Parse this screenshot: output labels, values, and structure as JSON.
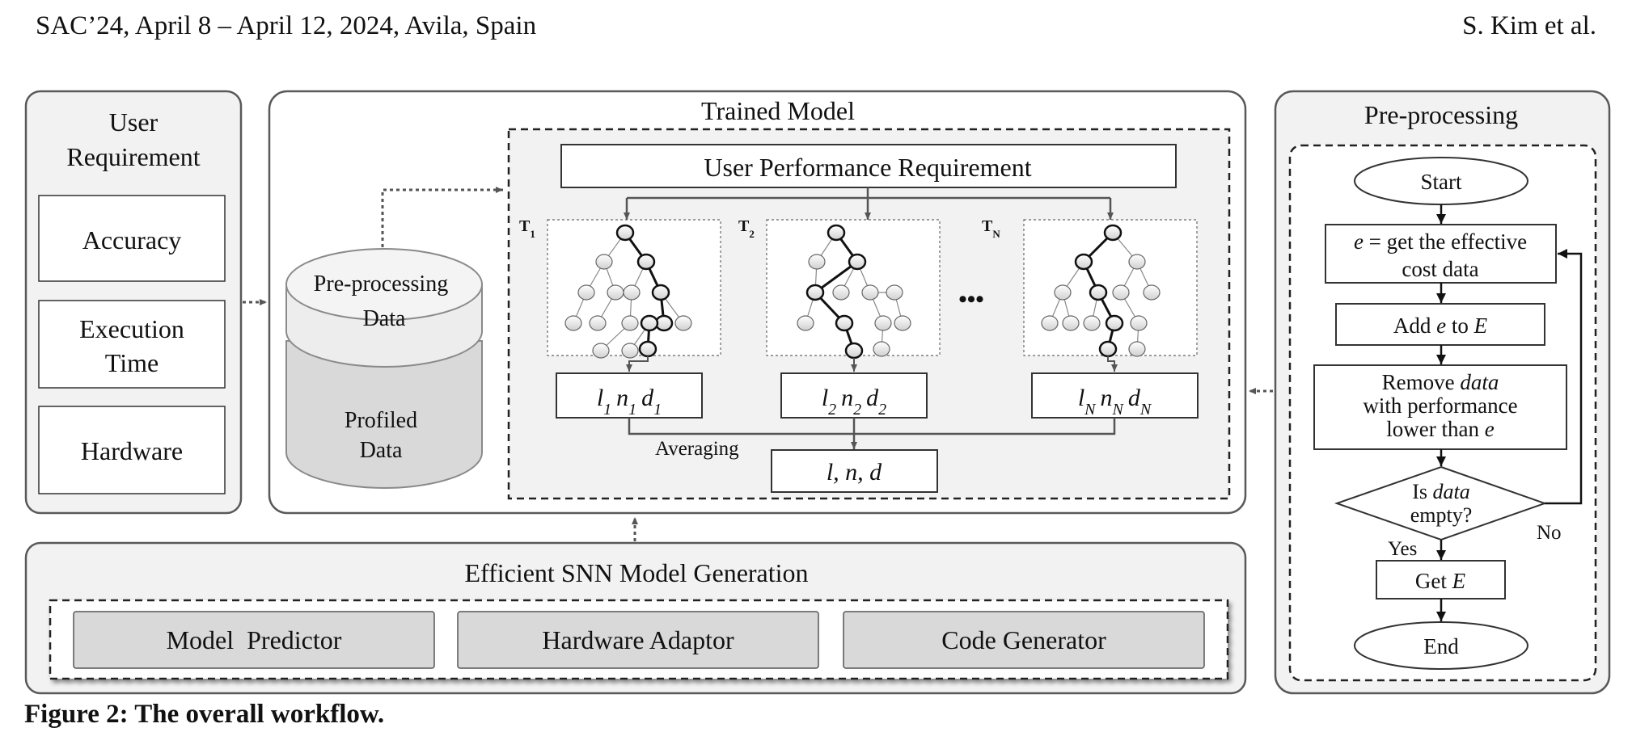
{
  "header": {
    "venue": "SAC’24, April 8 – April 12, 2024, Avila, Spain",
    "authors": "S. Kim et al."
  },
  "user_requirement": {
    "title_line1": "User",
    "title_line2": "Requirement",
    "item_accuracy": "Accuracy",
    "item_exec_line1": "Execution",
    "item_exec_line2": "Time",
    "item_hardware": "Hardware"
  },
  "database": {
    "top_line1": "Pre-processing",
    "top_line2": "Data",
    "bottom_line1": "Profiled",
    "bottom_line2": "Data"
  },
  "trained_model": {
    "title": "Trained Model",
    "requirement": "User Performance Requirement",
    "averaging": "Averaging",
    "ellipsis": "•••",
    "trees": [
      {
        "base": "T",
        "sub": "1",
        "l": "l",
        "n": "n",
        "d": "d",
        "idx": "1"
      },
      {
        "base": "T",
        "sub": "2",
        "l": "l",
        "n": "n",
        "d": "d",
        "idx": "2"
      },
      {
        "base": "T",
        "sub": "N",
        "l": "l",
        "n": "n",
        "d": "d",
        "idx": "N"
      }
    ],
    "result": "l, n, d"
  },
  "generation": {
    "title": "Efficient SNN Model Generation",
    "modules": [
      "Model  Predictor",
      "Hardware Adaptor",
      "Code Generator"
    ]
  },
  "preprocessing": {
    "title": "Pre-processing",
    "start": "Start",
    "step1_a": "e",
    "step1_b": " = get the effective",
    "step1_c": "cost data",
    "step2_a": "Add ",
    "step2_b": "e",
    "step2_c": " to ",
    "step2_d": "E",
    "step3_a": "Remove ",
    "step3_b": "data",
    "step3_c": "with performance",
    "step3_d": "lower than ",
    "step3_e": "e",
    "decision_a": "Is ",
    "decision_b": "data",
    "decision_c": "empty?",
    "yes": "Yes",
    "no": "No",
    "get_a": "Get ",
    "get_b": "E",
    "end": "End"
  },
  "caption": "Figure 2: The overall workflow.",
  "colors": {
    "panel_fill": "#f2f2f2",
    "panel_stroke": "#595959",
    "module_fill": "#d9d9d9",
    "db_bottom": "#d9d9d9",
    "db_top": "#ededed",
    "arrow": "#555555"
  }
}
